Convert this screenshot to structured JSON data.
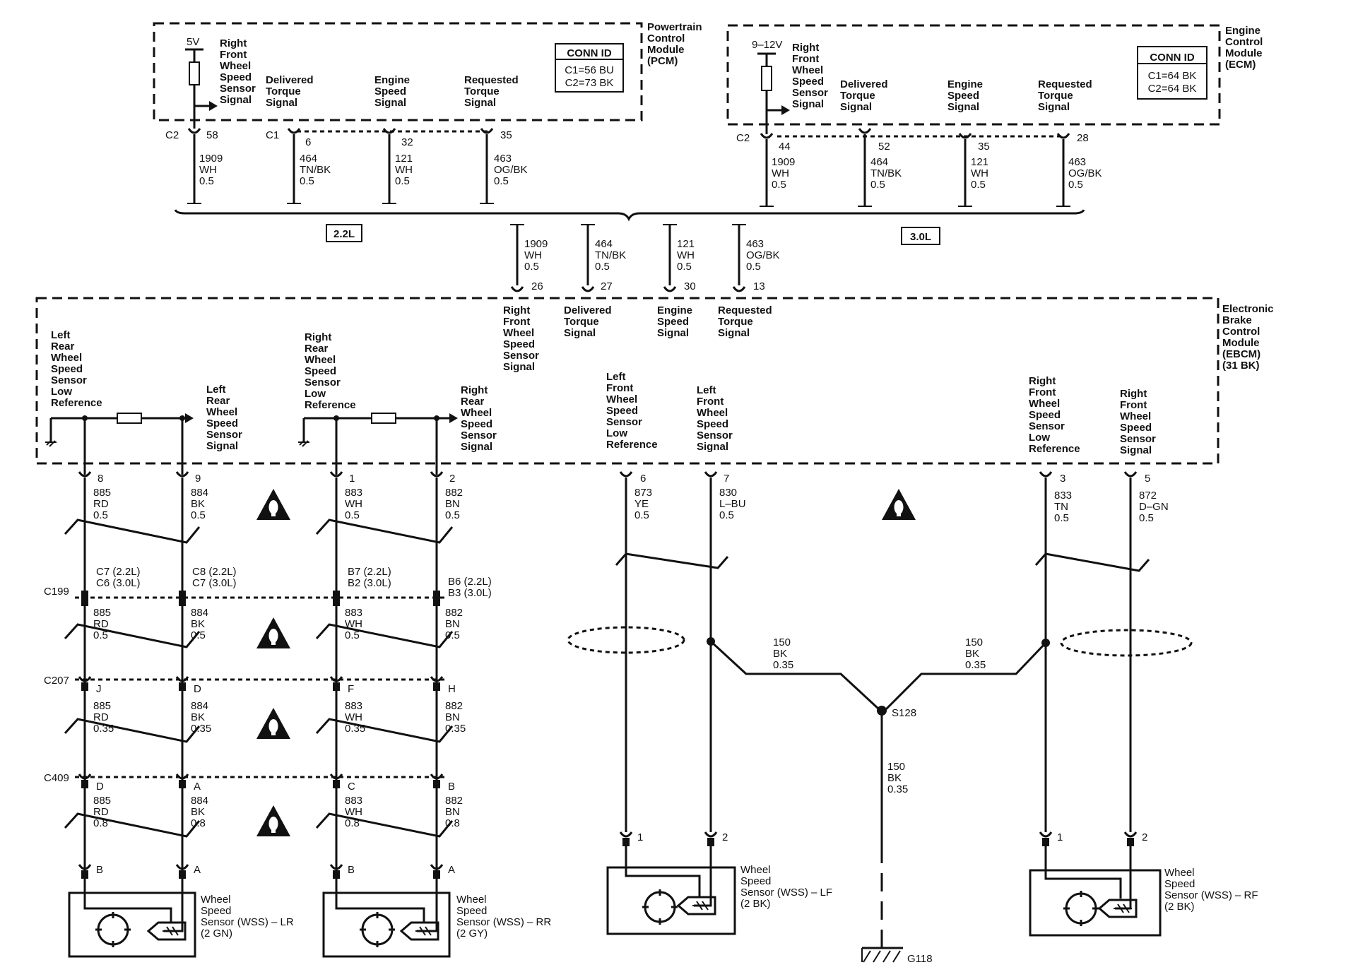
{
  "modules": {
    "pcm": {
      "name": [
        "Powertrain",
        "Control",
        "Module",
        "(PCM)"
      ],
      "conn_title": "CONN ID",
      "conn_lines": [
        "C1=56 BU",
        "C2=73 BK"
      ],
      "voltage": "5V",
      "signals": [
        [
          "Right",
          "Front",
          "Wheel",
          "Speed",
          "Sensor",
          "Signal"
        ],
        [
          "Delivered",
          "Torque",
          "Signal"
        ],
        [
          "Engine",
          "Speed",
          "Signal"
        ],
        [
          "Requested",
          "Torque",
          "Signal"
        ]
      ]
    },
    "ecm": {
      "name": [
        "Engine",
        "Control",
        "Module",
        "(ECM)"
      ],
      "conn_title": "CONN ID",
      "conn_lines": [
        "C1=64 BK",
        "C2=64 BK"
      ],
      "voltage": "9–12V",
      "signals": [
        [
          "Right",
          "Front",
          "Wheel",
          "Speed",
          "Sensor",
          "Signal"
        ],
        [
          "Delivered",
          "Torque",
          "Signal"
        ],
        [
          "Engine",
          "Speed",
          "Signal"
        ],
        [
          "Requested",
          "Torque",
          "Signal"
        ]
      ]
    },
    "ebcm": {
      "name": [
        "Electronic",
        "Brake",
        "Control",
        "Module",
        "(EBCM)",
        "(31 BK)"
      ],
      "top_signals": [
        [
          "Right",
          "Front",
          "Wheel",
          "Speed",
          "Sensor",
          "Signal"
        ],
        [
          "Delivered",
          "Torque",
          "Signal"
        ],
        [
          "Engine",
          "Speed",
          "Signal"
        ],
        [
          "Requested",
          "Torque",
          "Signal"
        ]
      ],
      "left_rear_low": [
        "Left",
        "Rear",
        "Wheel",
        "Speed",
        "Sensor",
        "Low",
        "Reference"
      ],
      "left_rear_signal": [
        "Left",
        "Rear",
        "Wheel",
        "Speed",
        "Sensor",
        "Signal"
      ],
      "right_rear_low": [
        "Right",
        "Rear",
        "Wheel",
        "Speed",
        "Sensor",
        "Low",
        "Reference"
      ],
      "right_rear_signal": [
        "Right",
        "Rear",
        "Wheel",
        "Speed",
        "Sensor",
        "Signal"
      ],
      "left_front_low": [
        "Left",
        "Front",
        "Wheel",
        "Speed",
        "Sensor",
        "Low",
        "Reference"
      ],
      "left_front_signal": [
        "Left",
        "Front",
        "Wheel",
        "Speed",
        "Sensor",
        "Signal"
      ],
      "right_front_low": [
        "Right",
        "Front",
        "Wheel",
        "Speed",
        "Sensor",
        "Low",
        "Reference"
      ],
      "right_front_signal": [
        "Right",
        "Front",
        "Wheel",
        "Speed",
        "Sensor",
        "Signal"
      ]
    }
  },
  "pins": {
    "pcm": {
      "c2": "C2",
      "c1": "C1",
      "p58": "58",
      "p6": "6",
      "p32": "32",
      "p35": "35"
    },
    "ecm": {
      "c2": "C2",
      "p44": "44",
      "p52": "52",
      "p35": "35",
      "p28": "28"
    },
    "ebcm_top": {
      "p26": "26",
      "p27": "27",
      "p30": "30",
      "p13": "13"
    },
    "ebcm_bottom": {
      "p8": "8",
      "p9": "9",
      "p1": "1",
      "p2": "2",
      "p6": "6",
      "p7": "7",
      "p3": "3",
      "p5": "5"
    }
  },
  "wires": {
    "w1909": [
      "1909",
      "WH",
      "0.5"
    ],
    "w464": [
      "464",
      "TN/BK",
      "0.5"
    ],
    "w121": [
      "121",
      "WH",
      "0.5"
    ],
    "w463": [
      "463",
      "OG/BK",
      "0.5"
    ],
    "w885_05": [
      "885",
      "RD",
      "0.5"
    ],
    "w884_05": [
      "884",
      "BK",
      "0.5"
    ],
    "w883_05": [
      "883",
      "WH",
      "0.5"
    ],
    "w882_05": [
      "882",
      "BN",
      "0.5"
    ],
    "w885_035": [
      "885",
      "RD",
      "0.35"
    ],
    "w884_035": [
      "884",
      "BK",
      "0.35"
    ],
    "w883_035": [
      "883",
      "WH",
      "0.35"
    ],
    "w882_035": [
      "882",
      "BN",
      "0.35"
    ],
    "w885_08": [
      "885",
      "RD",
      "0.8"
    ],
    "w884_08": [
      "884",
      "BK",
      "0.8"
    ],
    "w883_08": [
      "883",
      "WH",
      "0.8"
    ],
    "w882_08": [
      "882",
      "BN",
      "0.8"
    ],
    "w873": [
      "873",
      "YE",
      "0.5"
    ],
    "w830": [
      "830",
      "L–BU",
      "0.5"
    ],
    "w833": [
      "833",
      "TN",
      "0.5"
    ],
    "w872": [
      "872",
      "D–GN",
      "0.5"
    ],
    "w150": [
      "150",
      "BK",
      "0.35"
    ]
  },
  "engine_options": {
    "left": "2.2L",
    "right": "3.0L"
  },
  "connectors": {
    "c199": "C199",
    "c207": "C207",
    "c409": "C409",
    "c199_col1": [
      "C7 (2.2L)",
      "C6 (3.0L)"
    ],
    "c199_col2": [
      "C8 (2.2L)",
      "C7 (3.0L)"
    ],
    "c199_col3": [
      "B7 (2.2L)",
      "B2 (3.0L)"
    ],
    "c199_col4": [
      "B6 (2.2L)",
      "B3 (3.0L)"
    ],
    "c207_pins": [
      "J",
      "D",
      "F",
      "H"
    ],
    "c409_pins": [
      "D",
      "A",
      "C",
      "B"
    ],
    "sensor_pins_rear": [
      "B",
      "A",
      "B",
      "A"
    ],
    "sensor_pins_front": [
      "1",
      "2",
      "1",
      "2"
    ]
  },
  "sensors": {
    "lr": [
      "Wheel",
      "Speed",
      "Sensor (WSS) – LR",
      "(2 GN)"
    ],
    "rr": [
      "Wheel",
      "Speed",
      "Sensor (WSS) – RR",
      "(2 GY)"
    ],
    "lf": [
      "Wheel",
      "Speed",
      "Sensor (WSS) – LF",
      "(2 BK)"
    ],
    "rf": [
      "Wheel",
      "Speed",
      "Sensor (WSS) – RF",
      "(2 BK)"
    ]
  },
  "splice": "S128",
  "ground": "G118"
}
